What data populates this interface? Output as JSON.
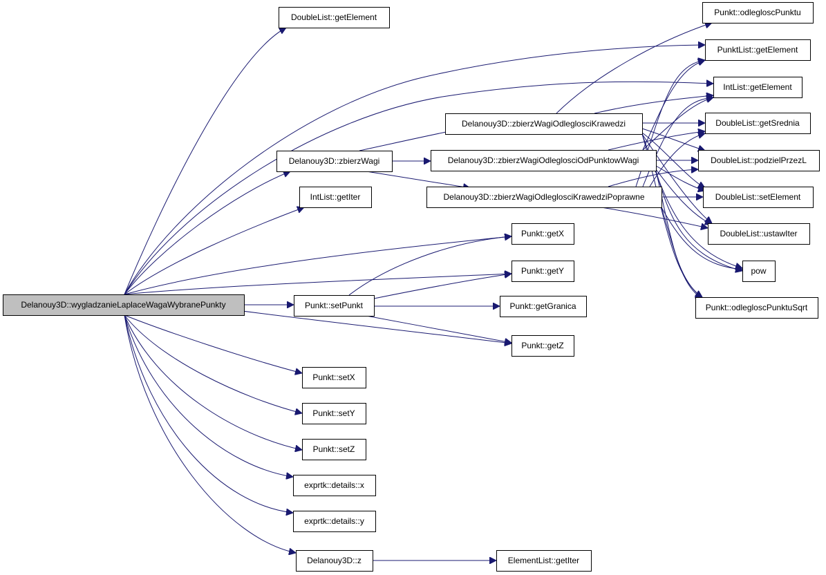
{
  "colors": {
    "edge": "#191970",
    "root_fill": "#bfbfbf",
    "node_fill": "#ffffff",
    "node_stroke": "#000000"
  },
  "nodes": [
    {
      "id": "root",
      "label": "Delanouy3D::wygladzanieLaplaceWagaWybranePunkty",
      "root": true
    },
    {
      "id": "dl_getElement",
      "label": "DoubleList::getElement"
    },
    {
      "id": "zbierzWagi",
      "label": "Delanouy3D::zbierzWagi"
    },
    {
      "id": "il_getIter",
      "label": "IntList::getIter"
    },
    {
      "id": "setPunkt",
      "label": "Punkt::setPunkt"
    },
    {
      "id": "setX",
      "label": "Punkt::setX"
    },
    {
      "id": "setY",
      "label": "Punkt::setY"
    },
    {
      "id": "setZ",
      "label": "Punkt::setZ"
    },
    {
      "id": "ex_x",
      "label": "exprtk::details::x"
    },
    {
      "id": "ex_y",
      "label": "exprtk::details::y"
    },
    {
      "id": "d3_z",
      "label": "Delanouy3D::z"
    },
    {
      "id": "zw_kraw",
      "label": "Delanouy3D::zbierzWagiOdleglosciKrawedzi"
    },
    {
      "id": "zw_odp",
      "label": "Delanouy3D::zbierzWagiOdleglosciOdPunktowWagi"
    },
    {
      "id": "zw_poprawne",
      "label": "Delanouy3D::zbierzWagiOdleglosciKrawedziPoprawne"
    },
    {
      "id": "getX",
      "label": "Punkt::getX"
    },
    {
      "id": "getY",
      "label": "Punkt::getY"
    },
    {
      "id": "getGranica",
      "label": "Punkt::getGranica"
    },
    {
      "id": "getZ",
      "label": "Punkt::getZ"
    },
    {
      "id": "el_getIter",
      "label": "ElementList::getIter"
    },
    {
      "id": "odlPunktu",
      "label": "Punkt::odlegloscPunktu"
    },
    {
      "id": "pl_getElement",
      "label": "PunktList::getElement"
    },
    {
      "id": "il_getElement",
      "label": "IntList::getElement"
    },
    {
      "id": "getSrednia",
      "label": "DoubleList::getSrednia"
    },
    {
      "id": "podzielPrzezL",
      "label": "DoubleList::podzielPrzezL"
    },
    {
      "id": "setElement",
      "label": "DoubleList::setElement"
    },
    {
      "id": "ustawIter",
      "label": "DoubleList::ustawIter"
    },
    {
      "id": "pow",
      "label": "pow"
    },
    {
      "id": "odlPunktuSqrt",
      "label": "Punkt::odlegloscPunktuSqrt"
    }
  ]
}
